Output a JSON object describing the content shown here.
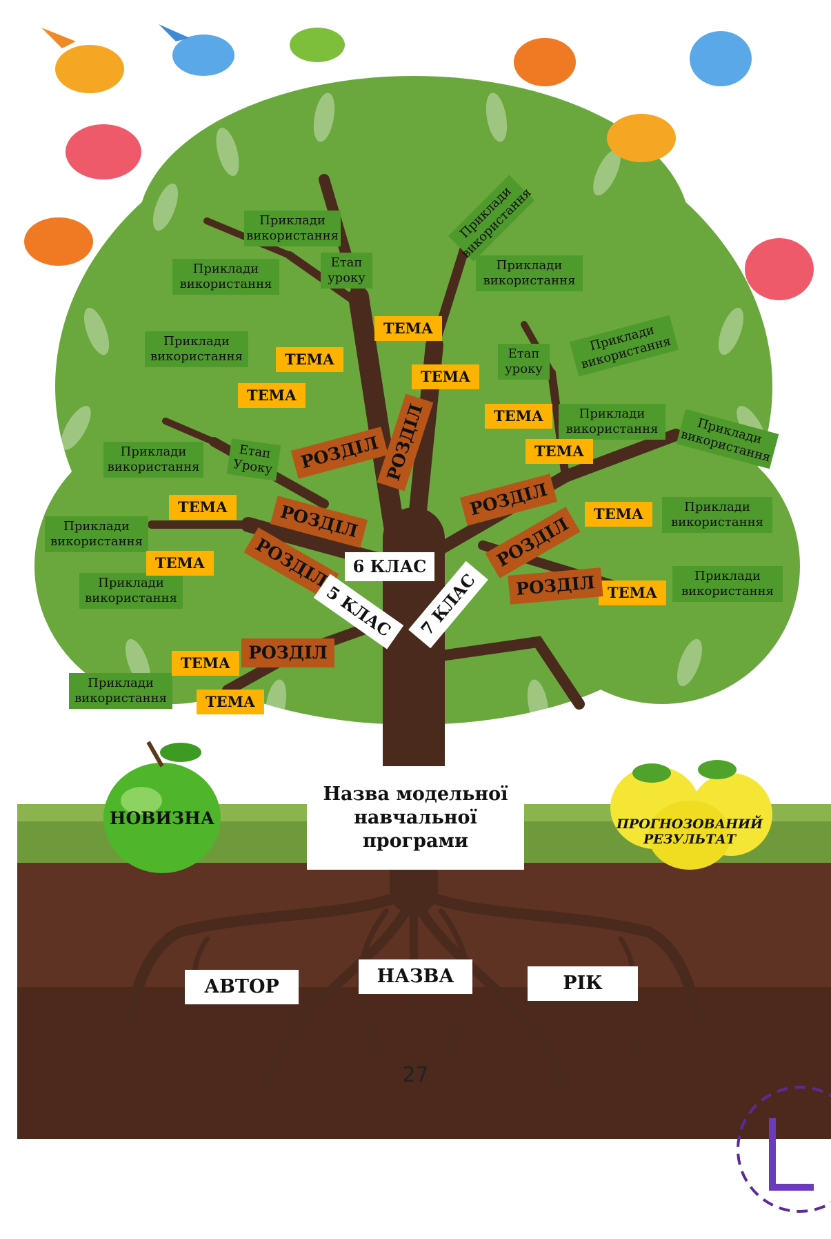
{
  "colors": {
    "leaf": "#6aa83e",
    "leaf_dark": "#4f9a2c",
    "trunk": "#4a2a1c",
    "tema": "#ffb300",
    "rozdil": "#b8561a",
    "soil": "#5e3324",
    "grass": "#6f9a3c"
  },
  "title_box": {
    "line1": "Назва модельної",
    "line2": "навчальної",
    "line3": "програми"
  },
  "grades": {
    "g5": "5 КЛАС",
    "g6": "6 КЛАС",
    "g7": "7 КЛАС"
  },
  "roots": {
    "author": "АВТОР",
    "name": "НАЗВА",
    "year": "РІК"
  },
  "apples": {
    "novelty": "НОВИЗНА",
    "result_line1": "ПРОГНОЗОВАНИЙ",
    "result_line2": "РЕЗУЛЬТАТ"
  },
  "labels": {
    "examples_line1": "Приклади",
    "examples_line2": "використання",
    "stage_line1": "Етап",
    "stage_line2": "уроку",
    "stage_line2_cap": "Уроку",
    "tema": "ТЕМА",
    "rozdil": "РОЗДІЛ"
  },
  "page_number": "27"
}
